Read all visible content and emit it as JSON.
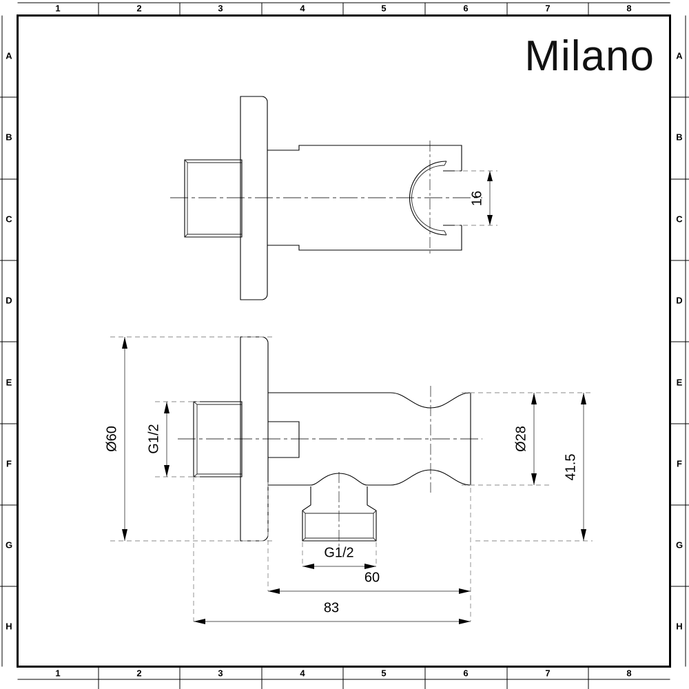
{
  "sheet": {
    "background_color": "#ffffff",
    "line_color": "#000000",
    "dimension_color": "#555555",
    "hidden_line_color": "#888888"
  },
  "brand": {
    "name": "Milano"
  },
  "frame": {
    "columns": [
      "1",
      "2",
      "3",
      "4",
      "5",
      "6",
      "7",
      "8"
    ],
    "rows": [
      "A",
      "B",
      "C",
      "D",
      "E",
      "F",
      "G",
      "H"
    ]
  },
  "views": [
    {
      "id": "plan-view",
      "name": "Plan View",
      "description": "Top-down view of wall mounted shower handset holder showing C-shaped cradle clamp, flange plate and threaded inlet nipple."
    },
    {
      "id": "elevation-view",
      "name": "Front Elevation View",
      "description": "Side elevation showing round flange, square boss, waisted body and downward G1/2 threaded outlet."
    }
  ],
  "dimensions": {
    "plan": [
      {
        "id": "dim-16",
        "label": "16",
        "value": 16,
        "unit": "mm",
        "orientation": "vertical",
        "view": "plan-view"
      }
    ],
    "elevation": [
      {
        "id": "dim-d60",
        "label": "Ø60",
        "value": 60,
        "unit": "mm",
        "orientation": "vertical",
        "view": "elevation-view"
      },
      {
        "id": "dim-g12-inlet",
        "label": "G1/2",
        "value": "G1/2",
        "unit": "thread",
        "orientation": "vertical",
        "view": "elevation-view"
      },
      {
        "id": "dim-d28",
        "label": "Ø28",
        "value": 28,
        "unit": "mm",
        "orientation": "vertical",
        "view": "elevation-view"
      },
      {
        "id": "dim-415",
        "label": "41.5",
        "value": 41.5,
        "unit": "mm",
        "orientation": "vertical",
        "view": "elevation-view"
      },
      {
        "id": "dim-g12-outlet",
        "label": "G1/2",
        "value": "G1/2",
        "unit": "thread",
        "orientation": "horizontal",
        "view": "elevation-view"
      },
      {
        "id": "dim-60",
        "label": "60",
        "value": 60,
        "unit": "mm",
        "orientation": "horizontal",
        "view": "elevation-view"
      },
      {
        "id": "dim-83",
        "label": "83",
        "value": 83,
        "unit": "mm",
        "orientation": "horizontal",
        "view": "elevation-view"
      }
    ]
  }
}
